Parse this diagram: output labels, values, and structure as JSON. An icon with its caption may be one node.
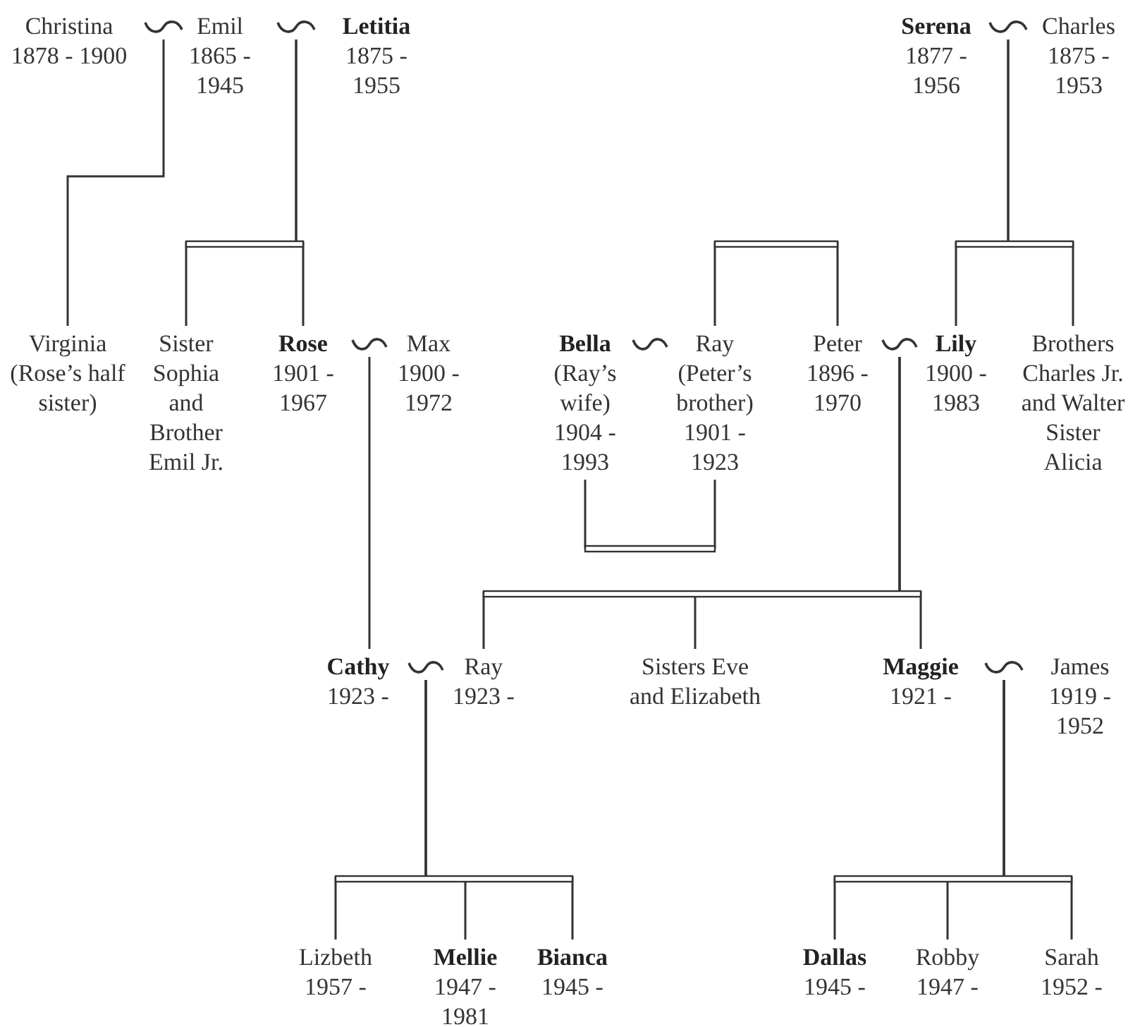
{
  "diagram": {
    "nodes": [
      {
        "text": [
          "Christina",
          "1878 - 1900"
        ]
      },
      {
        "text": [],
        "shape": "tilde"
      },
      {
        "text": [
          "Emil",
          "1865 - 1945"
        ]
      },
      {
        "text": [],
        "shape": "tilde"
      },
      {
        "text": [
          "Letitia",
          "1875 - 1955"
        ]
      },
      {
        "text": [
          "Serena",
          "1877 - 1956"
        ]
      },
      {
        "text": [],
        "shape": "tilde"
      },
      {
        "text": [
          "Charles",
          "1875 - 1953"
        ]
      },
      {
        "text": [
          "Virginia (Rose’s half sister)"
        ]
      },
      {
        "text": [
          "Sister Sophia and Brother Emil Jr."
        ]
      },
      {
        "text": [
          "Rose",
          "1901 - 1967"
        ]
      },
      {
        "text": [],
        "shape": "tilde"
      },
      {
        "text": [
          "Max",
          "1900 - 1972"
        ]
      },
      {
        "text": [
          "Bella",
          "(Ray’s wife)",
          "1904 - 1993"
        ]
      },
      {
        "text": [],
        "shape": "tilde"
      },
      {
        "text": [
          "Ray",
          "(Peter’s brother)",
          "1901 - 1923"
        ]
      },
      {
        "text": [
          "Peter",
          "1896 - 1970"
        ]
      },
      {
        "text": [],
        "shape": "tilde"
      },
      {
        "text": [
          "Lily",
          "1900 - 1983"
        ]
      },
      {
        "text": [
          "Brothers Charles Jr. and Walter",
          "Sister Alicia"
        ]
      },
      {
        "text": [
          "Cathy",
          "1923 -"
        ]
      },
      {
        "text": [],
        "shape": "tilde"
      },
      {
        "text": [
          "Ray",
          "1923 -"
        ]
      },
      {
        "text": [
          "Sisters Eve and Elizabeth"
        ]
      },
      {
        "text": [
          "Maggie",
          "1921 -"
        ]
      },
      {
        "text": [],
        "shape": "tilde"
      },
      {
        "text": [
          "James",
          "1919 - 1952"
        ]
      },
      {
        "text": [
          "Lizbeth",
          "1957 -"
        ]
      },
      {
        "text": [
          "Mellie",
          "1947 - 1981"
        ]
      },
      {
        "text": [
          "Bianca",
          "1945 -"
        ]
      },
      {
        "text": [
          "Dallas",
          "1945 -"
        ]
      },
      {
        "text": [
          "Robby",
          "1947 -"
        ]
      },
      {
        "text": [
          "Sarah",
          "1952 -"
        ]
      }
    ],
    "edges": [
      {
        "from": 1,
        "to": 8,
        "arrow": "none"
      },
      {
        "from": 3,
        "to": 9,
        "arrow": "none"
      },
      {
        "from": 3,
        "to": 10,
        "arrow": "none"
      },
      {
        "from": 6,
        "to": 18,
        "arrow": "none"
      },
      {
        "from": 6,
        "to": 19,
        "arrow": "none"
      },
      {
        "from": 15,
        "to": 16,
        "arrow": "none"
      },
      {
        "from": 13,
        "to": 15,
        "arrow": "none"
      },
      {
        "from": 11,
        "to": 20,
        "arrow": "none"
      },
      {
        "from": 17,
        "to": 22,
        "arrow": "none"
      },
      {
        "from": 17,
        "to": 23,
        "arrow": "none"
      },
      {
        "from": 17,
        "to": 24,
        "arrow": "none"
      },
      {
        "from": 21,
        "to": 27,
        "arrow": "none"
      },
      {
        "from": 21,
        "to": 28,
        "arrow": "none"
      },
      {
        "from": 21,
        "to": 29,
        "arrow": "none"
      },
      {
        "from": 25,
        "to": 30,
        "arrow": "none"
      },
      {
        "from": 25,
        "to": 31,
        "arrow": "none"
      },
      {
        "from": 25,
        "to": 32,
        "arrow": "none"
      }
    ]
  }
}
